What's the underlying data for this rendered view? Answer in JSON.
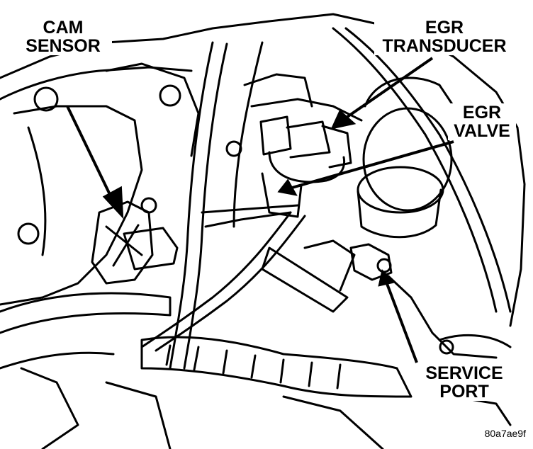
{
  "callouts": {
    "cam_sensor": {
      "line1": "CAM",
      "line2": "SENSOR"
    },
    "egr_transducer": {
      "line1": "EGR",
      "line2": "TRANSDUCER"
    },
    "egr_valve": {
      "line1": "EGR",
      "line2": "VALVE"
    },
    "service_port": {
      "line1": "SERVICE",
      "line2": "PORT"
    }
  },
  "figure_id": "80a7ae9f",
  "colors": {
    "ink": "#000000",
    "paper": "#ffffff"
  }
}
